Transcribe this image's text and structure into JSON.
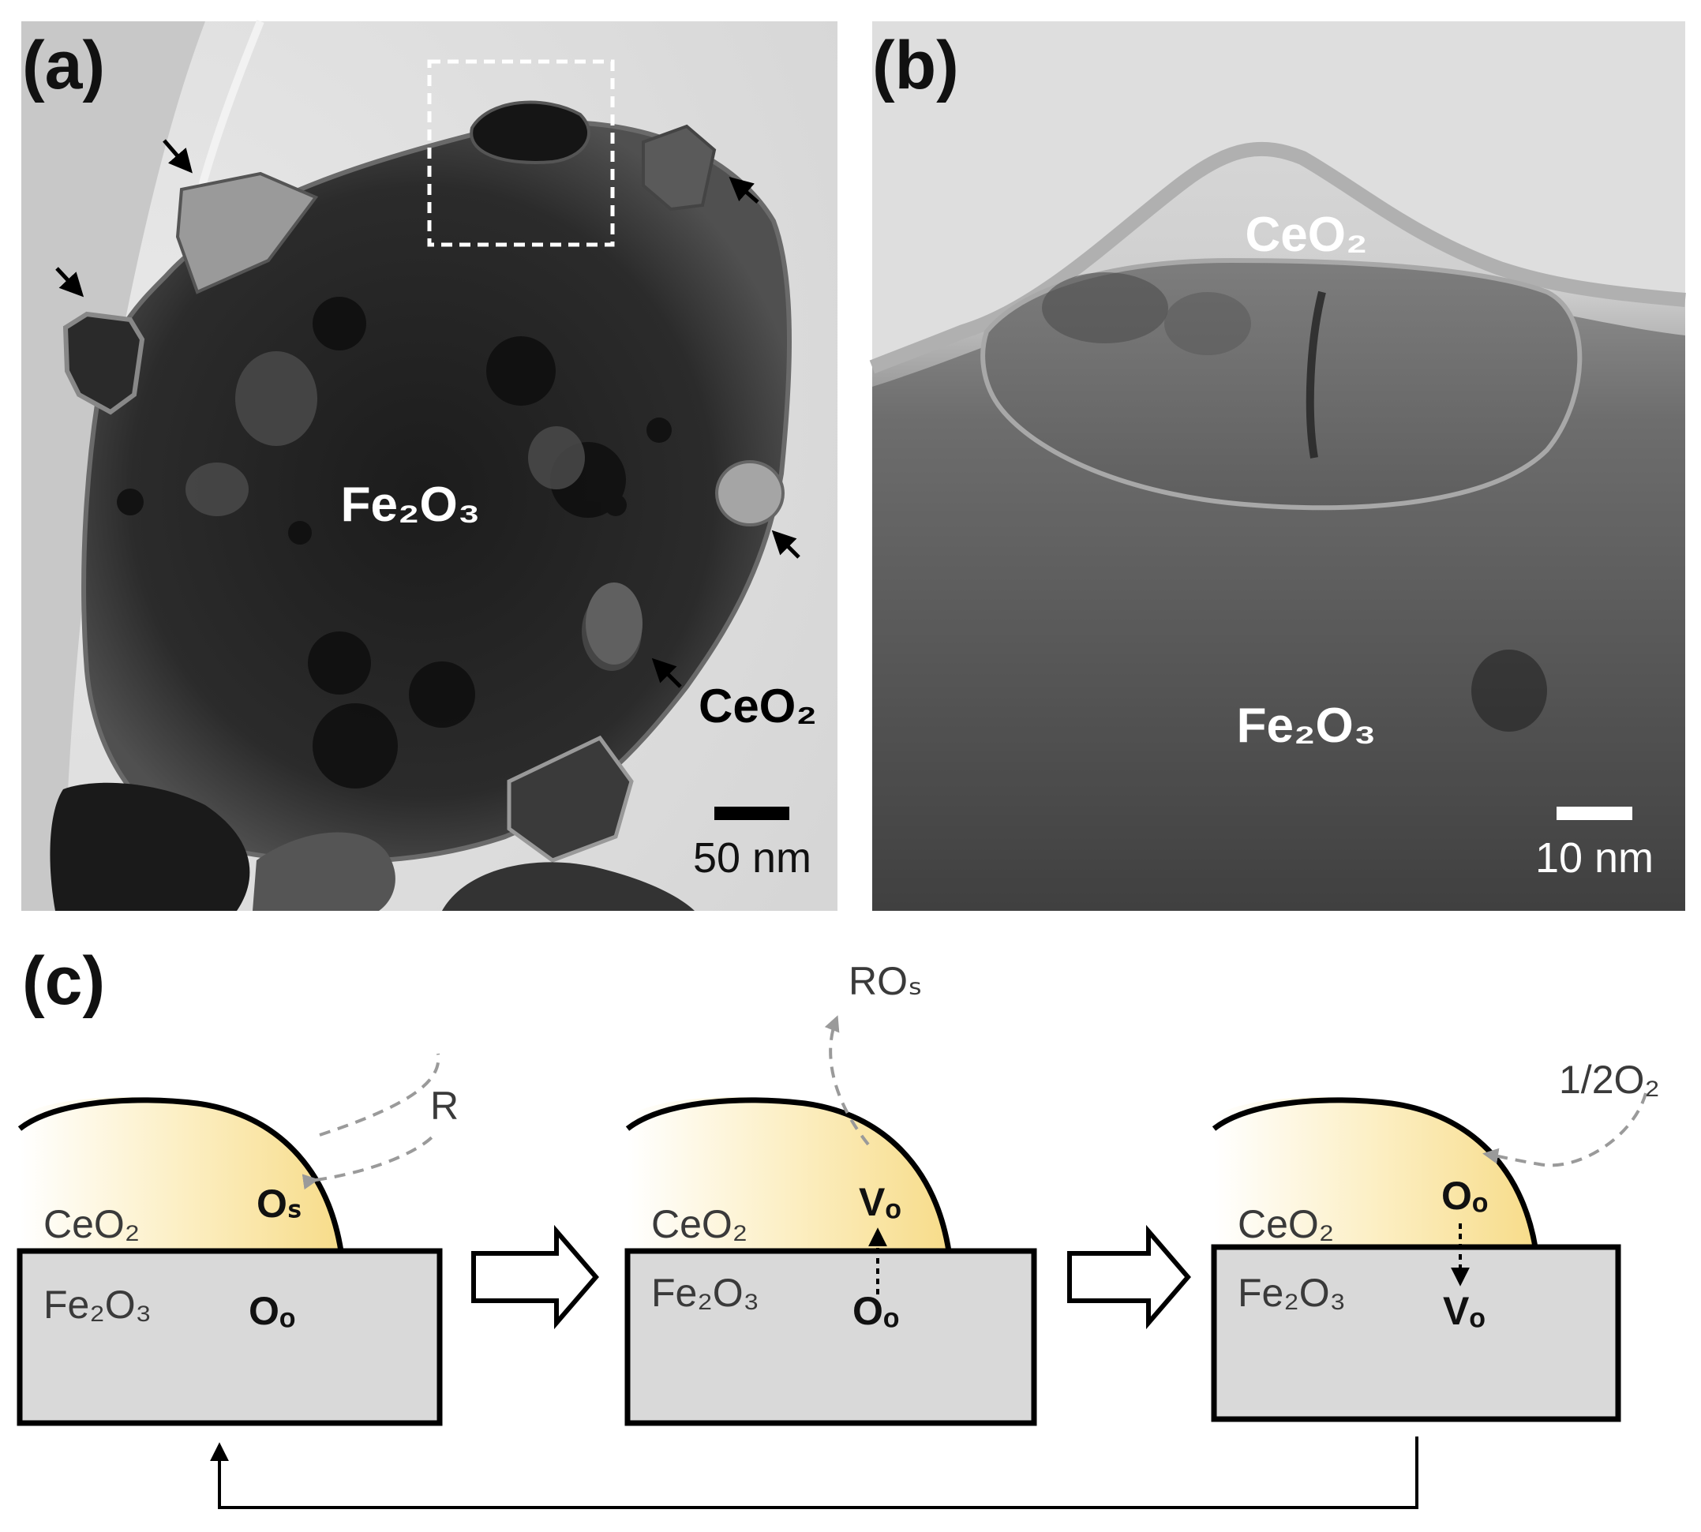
{
  "panels": {
    "a": {
      "label": "(a)",
      "main_material": "Fe₂O₃",
      "particle_material": "CeO₂",
      "scale_bar": "50 nm"
    },
    "b": {
      "label": "(b)",
      "top_material": "CeO₂",
      "bottom_material": "Fe₂O₃",
      "scale_bar": "10 nm"
    },
    "c": {
      "label": "(c)",
      "steps": [
        {
          "ceria": "CeO₂",
          "hematite": "Fe₂O₃",
          "ceria_species": "Oₛ",
          "hematite_species": "Oₒ",
          "gas": "R"
        },
        {
          "ceria": "CeO₂",
          "hematite": "Fe₂O₃",
          "ceria_species": "Vₒ",
          "hematite_species": "Oₒ",
          "gas": "ROₛ"
        },
        {
          "ceria": "CeO₂",
          "hematite": "Fe₂O₃",
          "ceria_species": "Oₒ",
          "hematite_species": "Vₒ",
          "gas": "1/2O₂"
        }
      ]
    }
  },
  "colors": {
    "ceria_fill": "#f7dc8a",
    "hematite_fill": "#d9d9d9",
    "gas_arrow": "#9a9a9a"
  },
  "icons": {
    "step_arrow": "hollow-right-arrow-icon",
    "pointer": "black-pointer-arrow-icon"
  }
}
